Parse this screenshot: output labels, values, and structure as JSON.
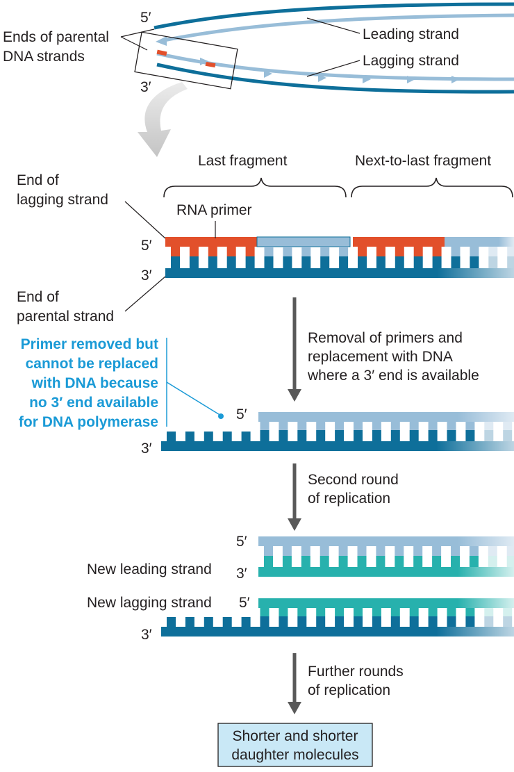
{
  "top": {
    "ends_label_1": "Ends of parental",
    "ends_label_2": "DNA strands",
    "five_prime": "5′",
    "three_prime": "3′",
    "leading_strand": "Leading strand",
    "lagging_strand": "Lagging strand"
  },
  "fragments": {
    "last": "Last fragment",
    "next_to_last": "Next-to-last fragment"
  },
  "labels": {
    "end_lagging_1": "End of",
    "end_lagging_2": "lagging strand",
    "rna_primer": "RNA primer",
    "end_parental_1": "End of",
    "end_parental_2": "parental strand",
    "five_prime": "5′",
    "three_prime": "3′"
  },
  "primer_note": [
    "Primer removed but",
    "cannot be replaced",
    "with DNA because",
    "no 3′ end available",
    "for DNA polymerase"
  ],
  "steps": {
    "step1": [
      "Removal of primers and",
      "replacement with DNA",
      "where a 3′ end is available"
    ],
    "step2": [
      "Second round",
      "of replication"
    ],
    "step3": [
      "Further rounds",
      "of replication"
    ]
  },
  "strands": {
    "new_leading": "New leading strand",
    "new_lagging": "New lagging strand"
  },
  "result": [
    "Shorter and shorter",
    "daughter molecules"
  ],
  "colors": {
    "parental": "#0e6f9a",
    "lagging_light": "#98bdd8",
    "primer": "#e2502b",
    "new_strand": "#27b1ad",
    "note_blue": "#1a9ad6",
    "result_box": "#c9e8f6"
  }
}
